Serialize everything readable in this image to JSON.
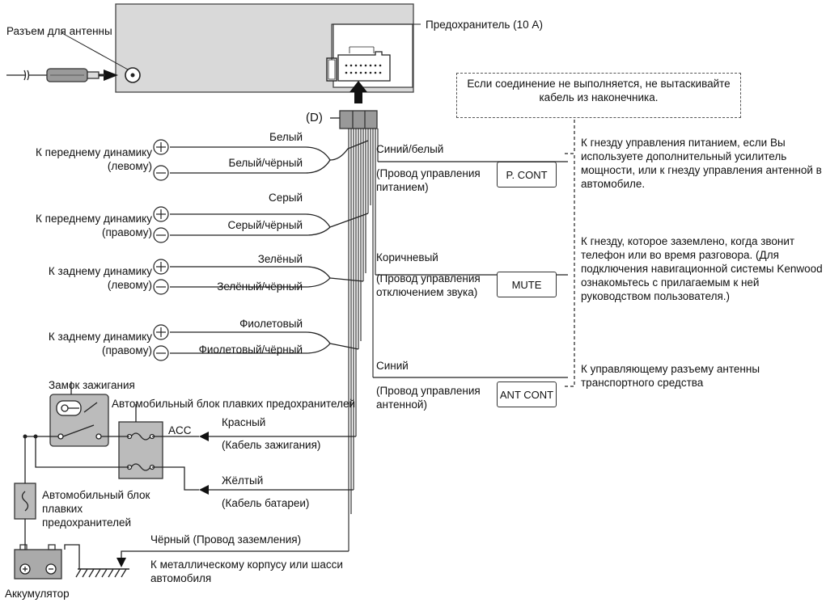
{
  "labels": {
    "antenna_jack": "Разъем для антенны",
    "fuse": "Предохранитель (10 A)",
    "connector": "(D)",
    "note": "Если соединение не выполняется, не вытаскивайте кабель из наконечника.",
    "ignition_switch": "Замок зажигания",
    "fuse_block_main": "Автомобильный блок плавких предохранителей",
    "acc": "ACC",
    "fuse_block_battery": "Автомобильный блок плавких предохранителей",
    "battery": "Аккумулятор"
  },
  "speakers": [
    {
      "target": "К переднему динамику (левому)",
      "plus": "Белый",
      "minus": "Белый/чёрный"
    },
    {
      "target": "К переднему динамику (правому)",
      "plus": "Серый",
      "minus": "Серый/чёрный"
    },
    {
      "target": "К заднему динамику (левому)",
      "plus": "Зелёный",
      "minus": "Зелёный/чёрный"
    },
    {
      "target": "К заднему динамику (правому)",
      "plus": "Фиолетовый",
      "minus": "Фиолетовый/чёрный"
    }
  ],
  "control_wires": [
    {
      "color": "Синий/белый",
      "purpose": "(Провод управления питанием)",
      "terminal": "P. CONT",
      "description": "К гнезду управления питанием, если Вы используете дополнительный усилитель мощности, или к гнезду управления антенной в автомобиле."
    },
    {
      "color": "Коричневый",
      "purpose": "(Провод управления отключением звука)",
      "terminal": "MUTE",
      "description": "К гнезду, которое заземлено, когда звонит телефон или во время разговора. (Для подключения навигационной системы Kenwood ознакомьтесь с прилагаемым к ней руководством пользователя.)"
    },
    {
      "color": "Синий",
      "purpose": "(Провод управления антенной)",
      "terminal": "ANT CONT",
      "description": "К управляющему разъему антенны транспортного средства"
    }
  ],
  "power_wires": [
    {
      "color": "Красный",
      "purpose": "(Кабель зажигания)"
    },
    {
      "color": "Жёлтый",
      "purpose": "(Кабель батареи)"
    }
  ],
  "ground_wire": {
    "color": "Чёрный (Провод заземления)",
    "destination": "К металлическому корпусу или шасси автомобиля"
  }
}
